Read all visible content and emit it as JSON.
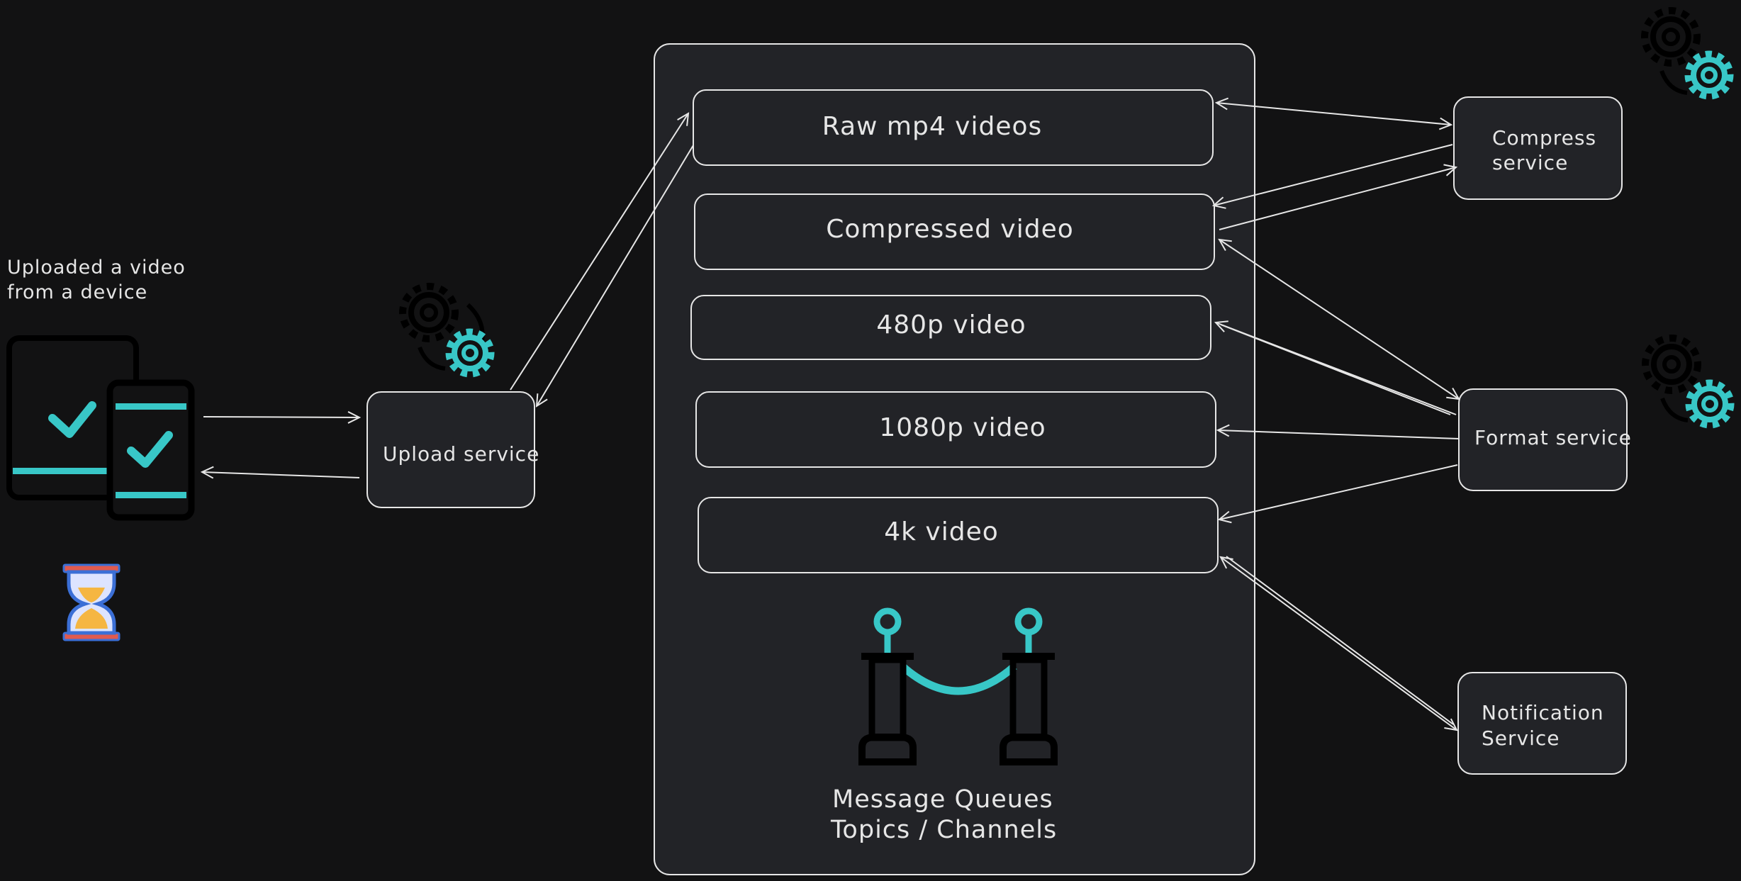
{
  "device_caption": {
    "line1": "Uploaded a video",
    "line2": "from a device"
  },
  "upload_service": {
    "label": "Upload service"
  },
  "queues": [
    {
      "label": "Raw mp4 videos"
    },
    {
      "label": "Compressed video"
    },
    {
      "label": "480p video"
    },
    {
      "label": "1080p video"
    },
    {
      "label": "4k video"
    }
  ],
  "message_queue_caption": {
    "line1": "Message Queues",
    "line2": "Topics / Channels"
  },
  "services": {
    "compress": {
      "line1": "Compress",
      "line2": "service"
    },
    "format": {
      "label": "Format service"
    },
    "notification": {
      "line1": "Notification",
      "line2": "Service"
    }
  },
  "colors": {
    "background": "#121213",
    "box_fill": "#222327",
    "stroke": "#e6e6e6",
    "accent": "#38c7c7",
    "icon_dark": "#000000",
    "hourglass_gold": "#f5b642",
    "hourglass_frame": "#3b6fd6"
  },
  "icons": [
    "device-icon",
    "gear-icon",
    "hourglass-icon",
    "queue-stanchion-icon"
  ]
}
